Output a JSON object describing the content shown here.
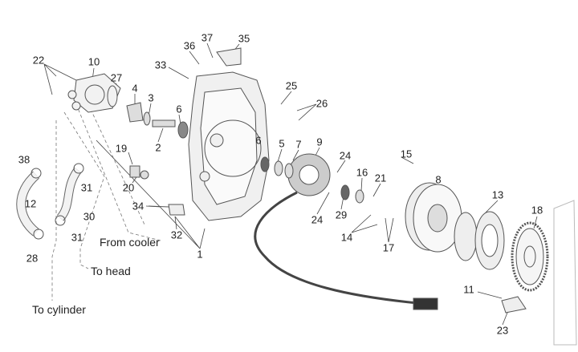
{
  "part_labels": [
    "22",
    "10",
    "27",
    "4",
    "3",
    "36",
    "37",
    "35",
    "33",
    "6",
    "2",
    "25",
    "26",
    "9",
    "24",
    "6",
    "5",
    "7",
    "15",
    "8",
    "16",
    "21",
    "13",
    "18",
    "19",
    "20",
    "38",
    "31",
    "12",
    "30",
    "31",
    "28",
    "34",
    "32",
    "1",
    "24",
    "29",
    "14",
    "17",
    "11",
    "23"
  ],
  "notes": {
    "from_cooler": "From cooler",
    "to_head": "To head",
    "to_cylinder": "To cylinder"
  },
  "colors": {
    "line": "#555555",
    "fill": "#f2f2f2",
    "shade": "#9a9a9a"
  }
}
